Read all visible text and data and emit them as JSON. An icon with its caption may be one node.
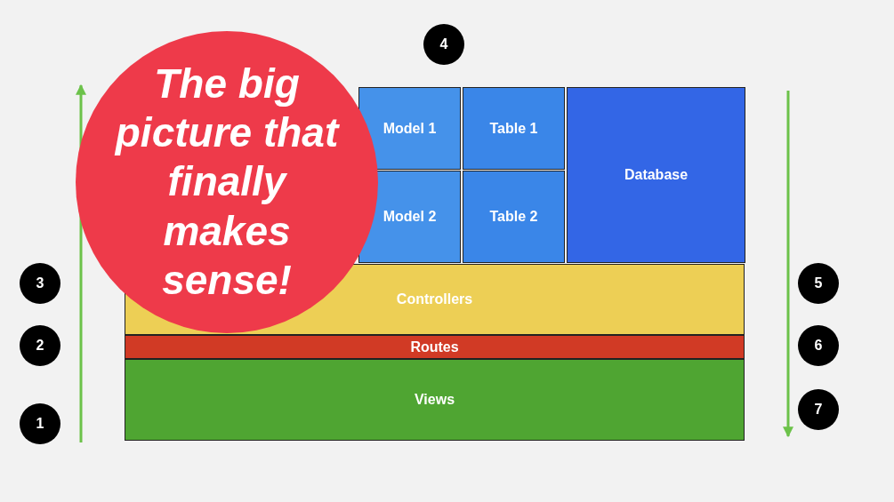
{
  "diagram": {
    "nodes": [
      {
        "text": [
          "4"
        ]
      },
      {
        "text": [
          "The big picture  that finally makes sense!"
        ]
      },
      {
        "text": [
          "Model 1"
        ]
      },
      {
        "text": [
          "Table 1"
        ]
      },
      {
        "text": [
          "Database"
        ]
      },
      {
        "text": [
          "Model 2"
        ]
      },
      {
        "text": [
          "Table 2"
        ]
      },
      {
        "text": [
          "3"
        ]
      },
      {
        "text": [
          "Controllers"
        ]
      },
      {
        "text": [
          "5"
        ]
      },
      {
        "text": [
          "2"
        ]
      },
      {
        "text": [
          "Routes"
        ]
      },
      {
        "text": [
          "6"
        ]
      },
      {
        "text": [
          "Views"
        ]
      },
      {
        "text": [
          "7"
        ]
      },
      {
        "text": [
          "1"
        ]
      }
    ],
    "edges": []
  }
}
